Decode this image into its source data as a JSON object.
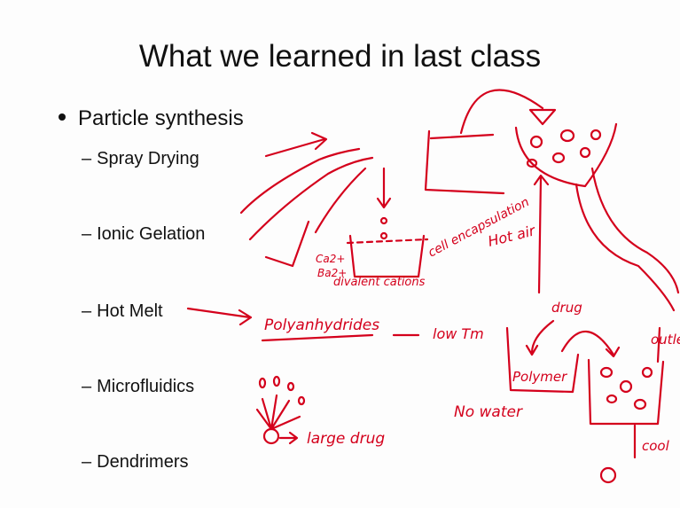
{
  "slide": {
    "title": "What we learned in last class",
    "bullet": "Particle synthesis",
    "sub_items": [
      {
        "dash": "–",
        "label": "Spray Drying"
      },
      {
        "dash": "–",
        "label": "Ionic Gelation"
      },
      {
        "dash": "–",
        "label": "Hot Melt"
      },
      {
        "dash": "–",
        "label": "Microfluidics"
      },
      {
        "dash": "–",
        "label": "Dendrimers"
      }
    ]
  },
  "annotations": {
    "ink_color": "#d4001c",
    "handwritten": {
      "cell_encapsulation": "cell encapsulation",
      "divalent_cations": "divalent cations",
      "ca": "Ca2+",
      "ba": "Ba2+",
      "hot_air": "Hot air",
      "polyanhydrides": "Polyanhydrides",
      "low_tm": "low Tm",
      "drug": "drug",
      "polymer": "Polymer",
      "no_water": "No water",
      "large_drug": "large drug",
      "outlet": "outlet",
      "cool": "cool"
    }
  }
}
